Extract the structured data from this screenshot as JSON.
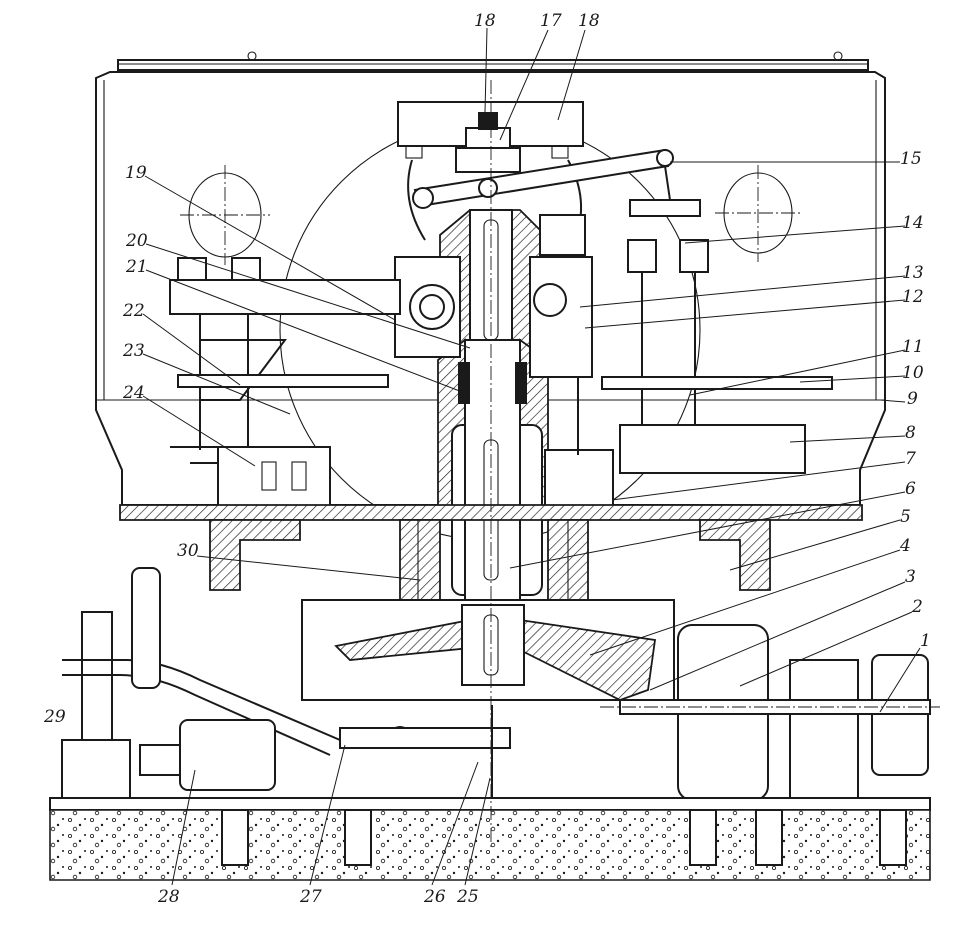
{
  "callouts": [
    {
      "id": "c1",
      "label": "1"
    },
    {
      "id": "c2",
      "label": "2"
    },
    {
      "id": "c3",
      "label": "3"
    },
    {
      "id": "c4",
      "label": "4"
    },
    {
      "id": "c5",
      "label": "5"
    },
    {
      "id": "c6",
      "label": "6"
    },
    {
      "id": "c7",
      "label": "7"
    },
    {
      "id": "c8",
      "label": "8"
    },
    {
      "id": "c9",
      "label": "9"
    },
    {
      "id": "c10",
      "label": "10"
    },
    {
      "id": "c11",
      "label": "11"
    },
    {
      "id": "c12",
      "label": "12"
    },
    {
      "id": "c13",
      "label": "13"
    },
    {
      "id": "c14",
      "label": "14"
    },
    {
      "id": "c15",
      "label": "15"
    },
    {
      "id": "c16",
      "label": "18"
    },
    {
      "id": "c17",
      "label": "17"
    },
    {
      "id": "c18",
      "label": "18"
    },
    {
      "id": "c19",
      "label": "19"
    },
    {
      "id": "c20",
      "label": "20"
    },
    {
      "id": "c21",
      "label": "21"
    },
    {
      "id": "c22",
      "label": "22"
    },
    {
      "id": "c23",
      "label": "23"
    },
    {
      "id": "c24",
      "label": "24"
    },
    {
      "id": "c25",
      "label": "25"
    },
    {
      "id": "c26",
      "label": "26"
    },
    {
      "id": "c27",
      "label": "27"
    },
    {
      "id": "c28",
      "label": "28"
    },
    {
      "id": "c29",
      "label": "29"
    },
    {
      "id": "c30",
      "label": "30"
    }
  ]
}
